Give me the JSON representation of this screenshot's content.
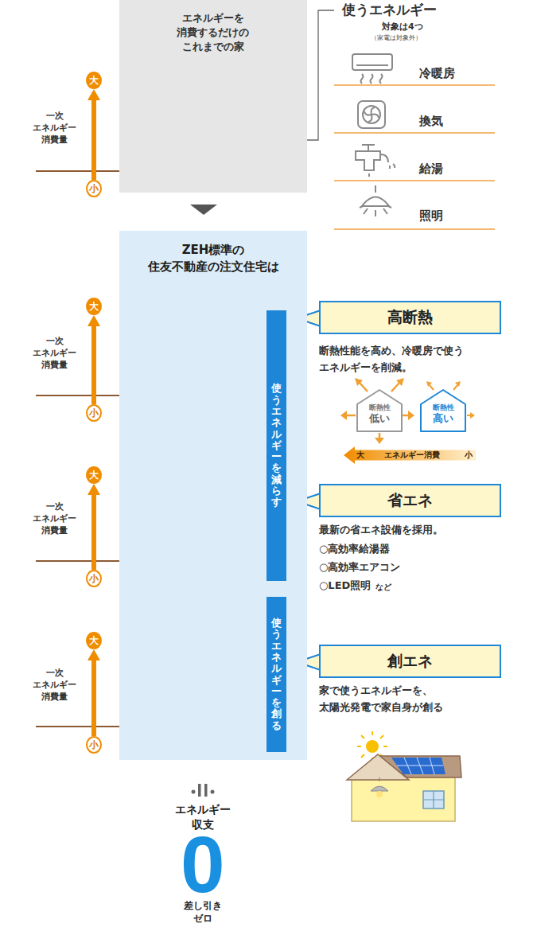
{
  "diagram": {
    "nodes": [
      {
        "text": [
          "エネルギーを 消費するだけの これまでの家"
        ]
      },
      {
        "text": [
          "大"
        ]
      },
      {
        "text": [
          "小"
        ]
      },
      {
        "text": [
          "ZEH標準の 住友不動産の注文住宅は"
        ]
      },
      {
        "text": [
          "大"
        ]
      },
      {
        "text": [
          "小"
        ]
      },
      {
        "text": [
          "大"
        ]
      },
      {
        "text": [
          "小"
        ]
      },
      {
        "text": [
          "大"
        ]
      },
      {
        "text": [
          "小"
        ]
      },
      {
        "text": [
          "使うエネルギーを減らす"
        ],
        "in": 3
      },
      {
        "text": [
          "使うエネルギーを創る"
        ],
        "in": 3
      },
      {
        "text": [
          "高断熱"
        ]
      },
      {
        "text": [
          "断熱性",
          "低い"
        ]
      },
      {
        "text": [
          "断熱性",
          "高い"
        ]
      },
      {
        "text": [
          "省エネ"
        ]
      },
      {
        "text": [
          "創エネ"
        ]
      }
    ],
    "edges": [
      {
        "from": 2,
        "to": 1,
        "arrow": "to"
      },
      {
        "from": 5,
        "to": 4,
        "arrow": "to"
      },
      {
        "from": 7,
        "to": 6,
        "arrow": "to"
      },
      {
        "from": 9,
        "to": 8,
        "arrow": "to"
      }
    ],
    "labels": [
      "使うエネルギー",
      "対象は4つ",
      "（家電は対象外）",
      "冷暖房",
      "換気",
      "給湯",
      "照明",
      "一次 エネルギー 消費量",
      "一次 エネルギー 消費量",
      "一次 エネルギー 消費量",
      "一次 エネルギー 消費量",
      "断熱性能を高め、冷暖房で使う エネルギーを削減。",
      "大",
      "エネルギー消費",
      "小",
      "最新の省エネ設備を採用。",
      "○高効率給湯器",
      "○高効率エアコン",
      "○LED照明",
      "など",
      "家で使うエネルギーを、 太陽光発電で家自身が創る",
      "エネルギー 収支",
      "0",
      "差し引き ゼロ"
    ]
  }
}
